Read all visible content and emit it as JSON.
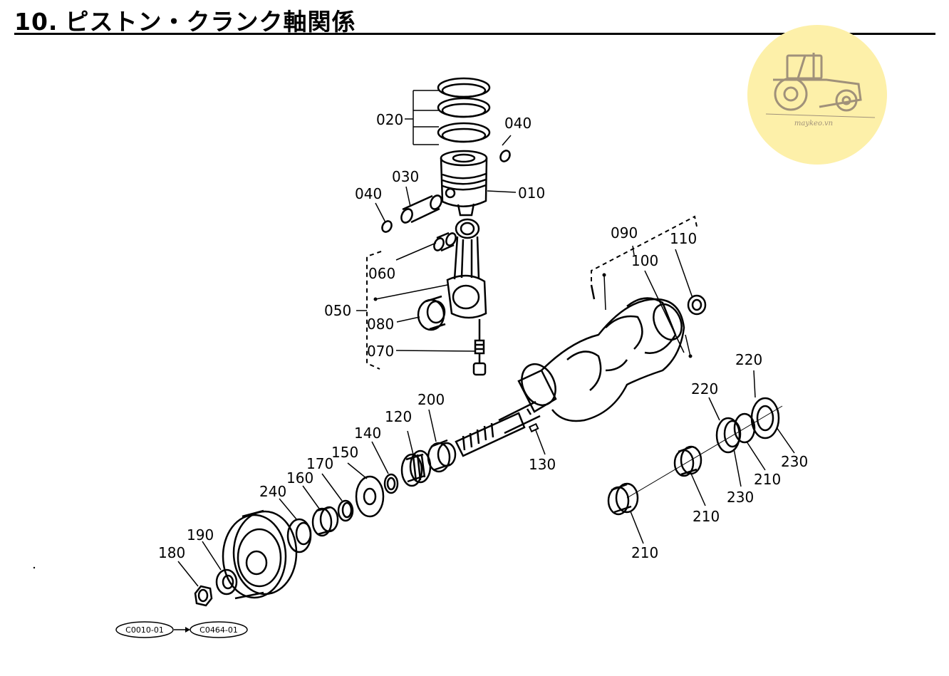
{
  "page": {
    "section_number": "10.",
    "title": "ピストン・クランク軸関係"
  },
  "watermark": {
    "icon": "tractor-icon",
    "text": "maykeo.vn",
    "color": "#fdf0a9"
  },
  "labels": {
    "p010": "010",
    "p020": "020",
    "p030": "030",
    "p040a": "040",
    "p040b": "040",
    "p050": "050",
    "p060": "060",
    "p070": "070",
    "p080": "080",
    "p090": "090",
    "p100": "100",
    "p110": "110",
    "p120": "120",
    "p130": "130",
    "p140": "140",
    "p150": "150",
    "p160": "160",
    "p170": "170",
    "p180": "180",
    "p190": "190",
    "p200": "200",
    "p210a": "210",
    "p210b": "210",
    "p210c": "210",
    "p220a": "220",
    "p220b": "220",
    "p230a": "230",
    "p230b": "230",
    "p240": "240"
  },
  "references": {
    "from": "C0010-01",
    "to": "C0464-01"
  }
}
